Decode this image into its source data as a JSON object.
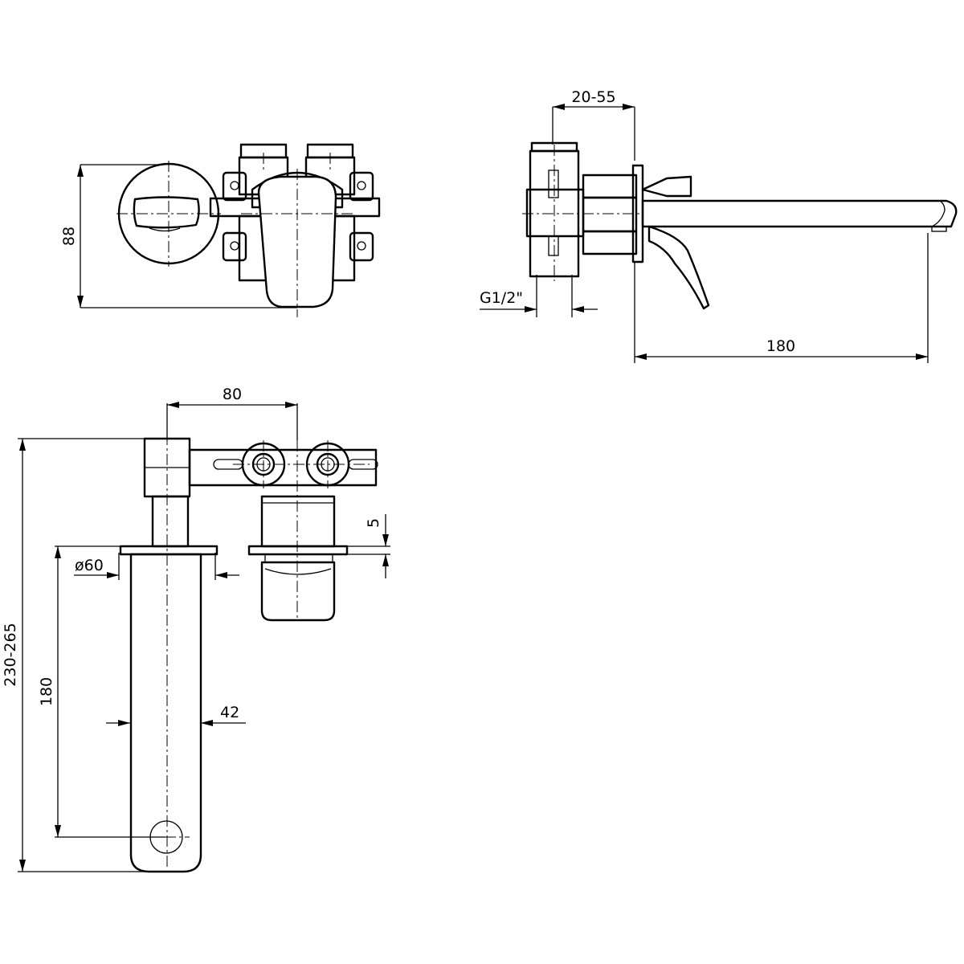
{
  "dimensions": {
    "front_height": "88",
    "side_wall_range": "20-55",
    "side_thread": "G1/2\"",
    "side_spout_length": "180",
    "top_center_distance": "80",
    "top_total_length": "230-265",
    "top_rosette_diameter": "ø60",
    "top_spout_length": "180",
    "top_spout_width": "42",
    "top_gap": "5"
  }
}
